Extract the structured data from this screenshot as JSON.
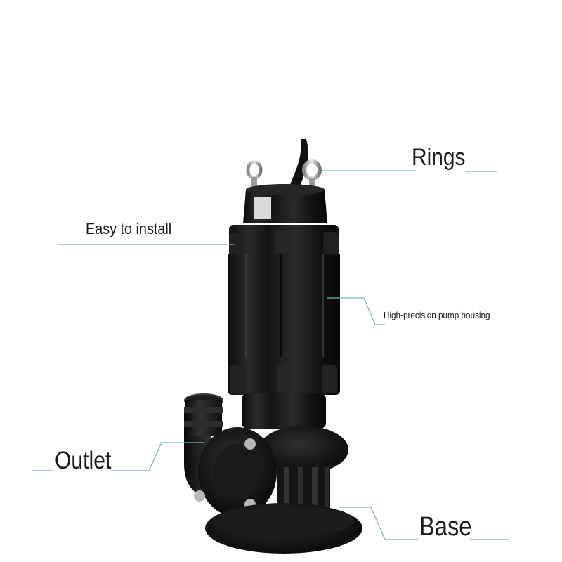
{
  "labels": {
    "rings": "Rings",
    "easy_install": "Easy to install",
    "housing": "High-precision pump housing",
    "outlet": "Outlet",
    "base": "Base"
  },
  "colors": {
    "leader_line": "#6fb6c0",
    "pump_body": "#161616",
    "background": "#ffffff"
  }
}
